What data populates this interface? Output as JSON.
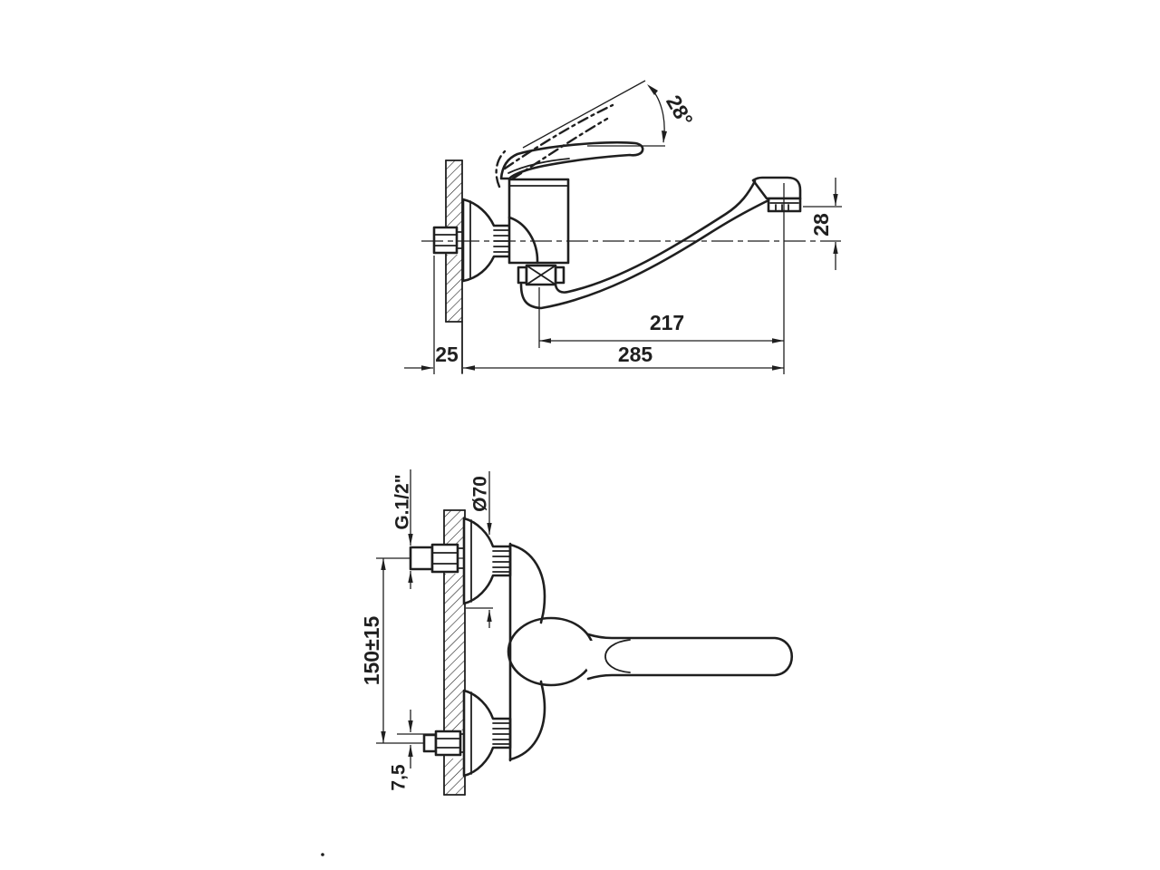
{
  "drawing": {
    "type": "technical-dimension-drawing",
    "subject": "wall-mounted single-lever sink mixer with swivel spout, two orthographic views",
    "background_color": "#ffffff",
    "ink_color": "#1f1f1f"
  },
  "dimensions": {
    "handle_opening_angle": "28°",
    "spout_outlet_drop": "28",
    "spout_reach": "217",
    "overall_depth": "285",
    "wall_clearance": "25",
    "connection_thread": "G.1/2\"",
    "rosette_diameter": "Ø70",
    "inlet_centre_distance": "150±15",
    "eccentric_offset": "7,5"
  }
}
